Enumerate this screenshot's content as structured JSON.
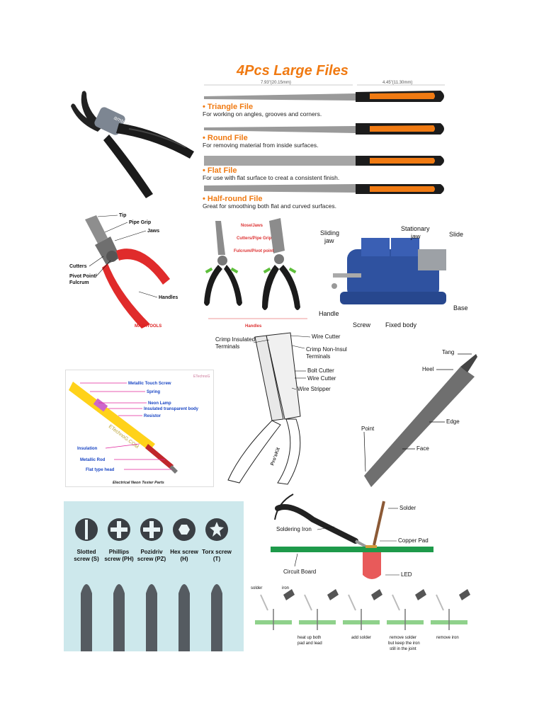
{
  "files_panel": {
    "title": "4Pcs Large Files",
    "dim_blade": "7.93\"(20.15mm)",
    "dim_handle": "4.45\"(11.30mm)",
    "items": [
      {
        "name": "• Triangle File",
        "desc": "For working on angles, grooves and corners."
      },
      {
        "name": "• Round File",
        "desc": "For removing material from inside surfaces."
      },
      {
        "name": "• Flat File",
        "desc": "For use with flat surface to creat a consistent finish."
      },
      {
        "name": "• Half-round File",
        "desc": "Great for smoothing both flat and curved surfaces."
      }
    ]
  },
  "circlip_pliers": {
    "brand": "amtech"
  },
  "combination_pliers": {
    "labels": {
      "tip": "Tip",
      "pipe_grip": "Pipe Grip",
      "jaws": "Jaws",
      "cutters": "Cutters",
      "pivot": "Pivot Point/",
      "fulcrum": "Fulcrum",
      "handles": "Handles"
    },
    "watermark": "MASHTOOLS"
  },
  "nose_pliers": {
    "labels": {
      "nose": "Nose/Jaws",
      "cutters": "Cutters/Pipe Grip",
      "fulcrum": "Fulcrum/Pivot point",
      "handles": "Handles"
    }
  },
  "vise": {
    "labels": {
      "sliding": "Sliding",
      "sliding2": "jaw",
      "stationary": "Stationary",
      "stationary2": "jaw",
      "slide": "Slide",
      "handle": "Handle",
      "screw": "Screw",
      "fixed": "Fixed body",
      "base": "Base"
    }
  },
  "neon_tester": {
    "labels": {
      "touch_screw": "Metallic Touch Screw",
      "spring": "Spring",
      "neon": "Neon Lamp",
      "body": "Insulated transparent body",
      "resistor": "Resistor",
      "insulation": "Insulation",
      "rod": "Metallic Rod",
      "head": "Flat type head"
    },
    "caption": "Electrical Neon Tester Parts",
    "watermark": "ETechnoG.COM",
    "logo": "ETechnoG"
  },
  "wire_stripper": {
    "labels": {
      "crimp_ins": "Crimp Insulated",
      "crimp_ins2": "Terminals",
      "wire_cutter_top": "Wire Cutter",
      "crimp_non": "Crimp Non-Insulated",
      "crimp_non2": "Terminals",
      "bolt_cutter": "Bolt Cutter",
      "wire_cutter": "Wire Cutter",
      "wire_stripper": "Wire Stripper"
    },
    "brand": "Pro'sKit"
  },
  "file_parts": {
    "labels": {
      "tang": "Tang",
      "heel": "Heel",
      "edge": "Edge",
      "point": "Point",
      "face": "Face"
    }
  },
  "screw_types": {
    "items": [
      {
        "line1": "Slotted",
        "line2": "screw (S)"
      },
      {
        "line1": "Phillips",
        "line2": "screw (PH)"
      },
      {
        "line1": "Pozidriv",
        "line2": "screw (PZ)"
      },
      {
        "line1": "Hex screw",
        "line2": "(H)"
      },
      {
        "line1": "Torx screw",
        "line2": "(T)"
      }
    ]
  },
  "soldering": {
    "labels": {
      "iron": "Soldering Iron",
      "solder": "Solder",
      "pad": "Copper Pad",
      "board": "Circuit Board",
      "led": "LED"
    },
    "steps": {
      "solder": "solder",
      "iron": "iron",
      "s2a": "heat up both",
      "s2b": "pad and lead",
      "s3": "add solder",
      "s4a": "remove solder",
      "s4b": "but keep the iron",
      "s4c": "still in the joint",
      "s5": "remove iron"
    }
  }
}
